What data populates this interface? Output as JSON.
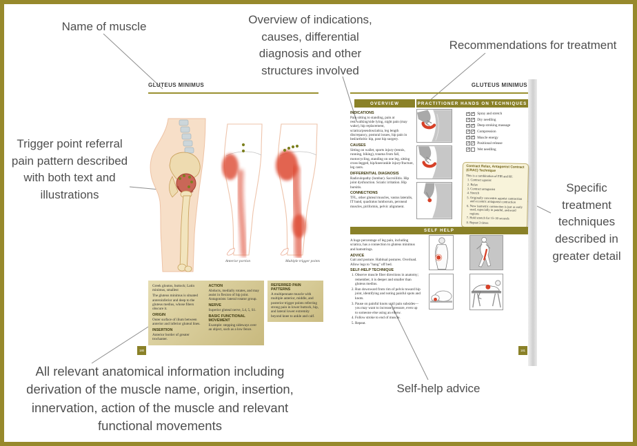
{
  "colors": {
    "frame_olive": "#97892c",
    "bar_olive": "#8a8128",
    "referral_red": "#d9472e",
    "trigger_green": "#7c801f",
    "box_beige": "#d9cf9e",
    "annotation_gray": "#4e4e4e"
  },
  "annotations": {
    "name_of_muscle": "Name of muscle",
    "overview_note": "Overview of indications, causes, differential diagnosis and other structures involved",
    "treatment_note": "Recommendations for treatment",
    "trigger_note": "Trigger point referral pain pattern described with both text and illustrations",
    "specific_note": "Specific treatment techniques described in greater detail",
    "anatomy_note": "All relevant anatomical information including derivation of the muscle name, origin, insertion, innervation, action of the muscle and relevant functional movements",
    "self_help_note": "Self-help advice"
  },
  "left_page": {
    "header": "GLUTEUS MINIMUS",
    "captions": {
      "anterior": "Anterior portion",
      "multiple": "Multiple trigger points"
    },
    "info_box": {
      "derivation": "Greek gloutos, buttock; Latin minimus, smallest",
      "description": "The gluteus minimus is situated anteroinferior and deep to the gluteus medius, whose fibers obscure it.",
      "origin_heading": "ORIGIN",
      "origin": "Outer surface of ilium between anterior and inferior gluteal lines.",
      "insertion_heading": "INSERTION",
      "insertion": "Anterior border of greater trochanter.",
      "action_heading": "ACTION",
      "action": "Abducts, medially rotates, and may assist in flexion of hip joint. Antagonists: lateral rotator group.",
      "nerve_heading": "NERVE",
      "nerve": "Superior gluteal nerve, L4, 5, S1.",
      "bfm_heading": "BASIC FUNCTIONAL MOVEMENT",
      "bfm": "Example: stepping sideways over an object, such as a low fence."
    },
    "referred_box": {
      "heading": "REFERRED PAIN PATTERNS",
      "text": "A multipennate muscle with multiple anterior, middle, and posterior trigger points referring strong pain in lower buttock, hip, and lateral lower extremity beyond knee to ankle and calf."
    },
    "page_number": "180"
  },
  "right_page": {
    "header": "GLUTEUS MINIMUS",
    "overview": {
      "bar": "OVERVIEW",
      "sections": [
        {
          "heading": "INDICATIONS",
          "text": "Pain sitting to standing, pain at rest/walking/side lying, night pain (may wake), hip replacement, sciatica/pseudosciatica, leg length discrepancy, postural issues, hip pain in bed/arthritic hip, post hip surgery."
        },
        {
          "heading": "CAUSES",
          "text": "Sitting on wallet, sports injury (tennis, running, biking), trauma from fall, motorcycling, standing on one leg, sitting cross-legged, hip/knee/ankle injury/fracture, leg casts."
        },
        {
          "heading": "DIFFERENTIAL DIAGNOSIS",
          "text": "Radiculopathy (lumbar). Sacroiliitis. Hip joint dysfunction. Sciatic irritation. Hip bursitis."
        },
        {
          "heading": "CONNECTIONS",
          "text": "TFL, other gluteal muscles, vastus lateralis, IT band, quadratus lumborum, peroneal muscles, piriformis, pelvic alignment."
        }
      ]
    },
    "practitioner": {
      "bar": "PRACTITIONER HANDS ON TECHNIQUES",
      "checklist": [
        {
          "label": "Spray and stretch",
          "checks": [
            true,
            true
          ]
        },
        {
          "label": "Dry needling",
          "checks": [
            true,
            true
          ]
        },
        {
          "label": "Deep stroking massage",
          "checks": [
            true,
            true
          ]
        },
        {
          "label": "Compression",
          "checks": [
            true,
            true
          ]
        },
        {
          "label": "Muscle energy",
          "checks": [
            true,
            true
          ]
        },
        {
          "label": "Positional release",
          "checks": [
            true,
            true
          ]
        },
        {
          "label": "Wet needling",
          "checks": [
            true,
            false
          ]
        }
      ],
      "crac_box": {
        "title": "Contract Relax, Antagonist Contract (CRAC) Technique",
        "intro": "This is a combination of PIR and RI:",
        "steps": [
          "Contract agonist",
          "Relax",
          "Contract antagonist",
          "Stretch",
          "Originally concentric agonist contraction and eccentric antagonist contraction",
          "Now isometric contraction is just as early used, especially in painful, awkward regions",
          "Hold stretch for 15–30 seconds",
          "Repeat 3 times"
        ]
      }
    },
    "self_help": {
      "bar": "SELF HELP",
      "intro": "A huge percentage of leg pain, including sciatica, has a connection to gluteus minimus and hamstrings.",
      "advice_heading": "ADVICE",
      "advice": "Gait and posture. Habitual postures. Overload. Allow legs to \"hang\" off bed.",
      "technique_heading": "SELF-HELP TECHNIQUE",
      "steps": [
        "Observe muscle fiber directions in anatomy; remember, it is deeper and smaller than gluteus medius.",
        "Run downward from rim of pelvis toward hip joint, identifying and noting painful spots and knots.",
        "Pause on painful knots until pain subsides—you may want to increase pressure, even up to someone else using an elbow.",
        "Follow stroke to end of muscle.",
        "Repeat."
      ]
    },
    "page_number": "181"
  }
}
